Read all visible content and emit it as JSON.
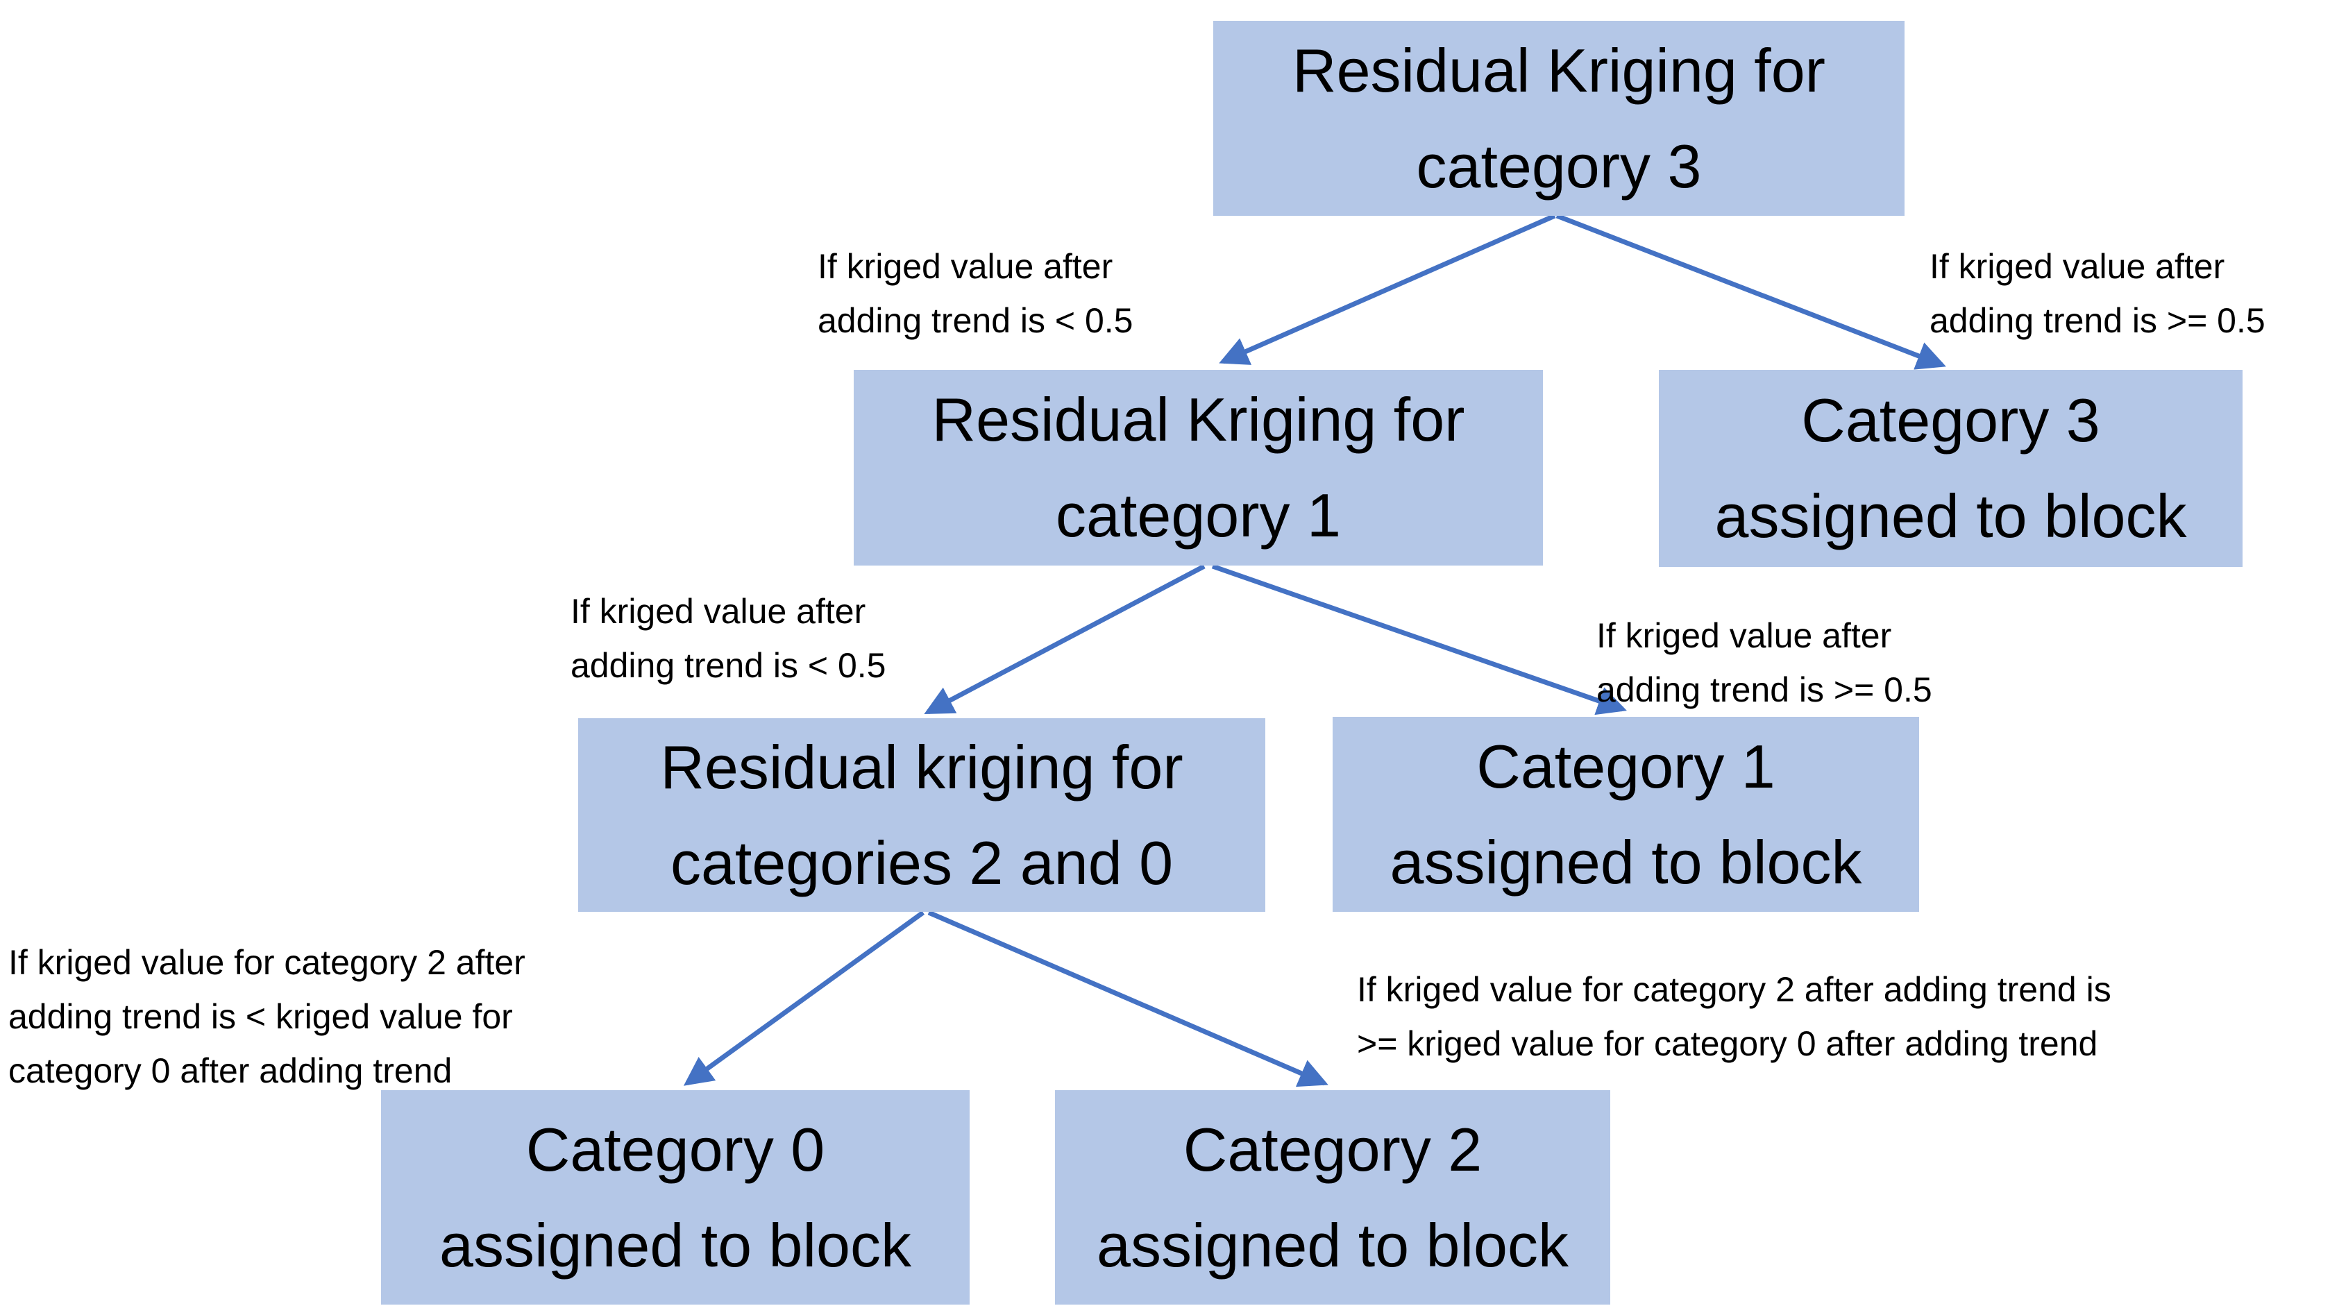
{
  "colors": {
    "box_fill": "#B4C7E7",
    "arrow": "#4472C4",
    "text": "#000000",
    "background": "#FFFFFF"
  },
  "diagram": {
    "type": "decision-tree",
    "description_root": "Residual Kriging decision tree for category assignment to block"
  },
  "boxes": [
    {
      "id": "residual-kriging-category-3",
      "lines": [
        "Residual Kriging for",
        "category 3"
      ]
    },
    {
      "id": "residual-kriging-category-1",
      "lines": [
        "Residual Kriging for",
        "category 1"
      ]
    },
    {
      "id": "category-3-assigned",
      "lines": [
        "Category 3",
        "assigned to block"
      ]
    },
    {
      "id": "residual-kriging-categories-2-and-0",
      "lines": [
        "Residual kriging for",
        "categories 2 and 0"
      ]
    },
    {
      "id": "category-1-assigned",
      "lines": [
        "Category 1",
        "assigned to block"
      ]
    },
    {
      "id": "category-0-assigned",
      "lines": [
        "Category 0",
        "assigned to block"
      ]
    },
    {
      "id": "category-2-assigned",
      "lines": [
        "Category 2",
        "assigned to block"
      ]
    }
  ],
  "edge_labels": [
    {
      "id": "root-left",
      "lines": [
        "If kriged value after",
        "adding trend is < 0.5"
      ]
    },
    {
      "id": "root-right",
      "lines": [
        "If kriged value after",
        "adding trend is >= 0.5"
      ]
    },
    {
      "id": "mid-left",
      "lines": [
        "If kriged value after",
        "adding trend is < 0.5"
      ]
    },
    {
      "id": "mid-right",
      "lines": [
        "If kriged value after",
        "adding trend is >= 0.5"
      ]
    },
    {
      "id": "bottom-left",
      "lines": [
        "If kriged value for category 2 after",
        "adding trend is < kriged value for",
        "category 0 after adding trend"
      ]
    },
    {
      "id": "bottom-right",
      "lines": [
        "If kriged value for category 2 after adding trend is",
        ">= kriged value for category 0 after adding trend"
      ]
    }
  ]
}
